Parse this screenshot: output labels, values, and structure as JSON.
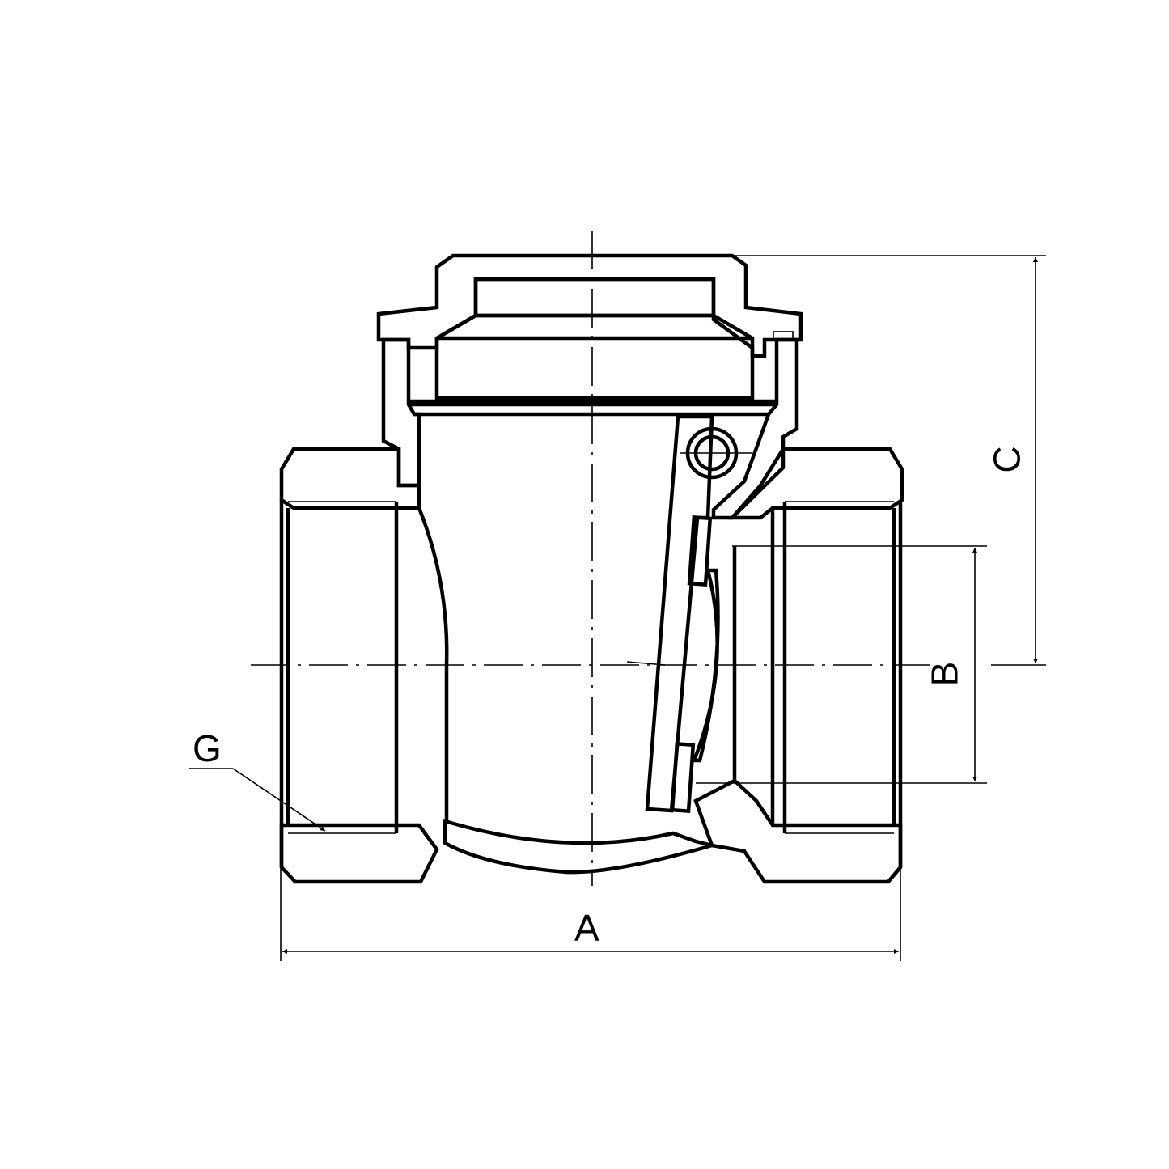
{
  "drawing": {
    "subject": "Swing check valve — sectional view",
    "background": "#ffffff",
    "line_color": "#000000"
  },
  "dimensions": {
    "a": {
      "label": "A",
      "description": "overall length"
    },
    "b": {
      "label": "B",
      "description": "bore / seat diameter"
    },
    "c": {
      "label": "C",
      "description": "height from centerline to top of cap"
    },
    "g": {
      "label": "G",
      "description": "thread size (leader to pipe thread)"
    }
  }
}
